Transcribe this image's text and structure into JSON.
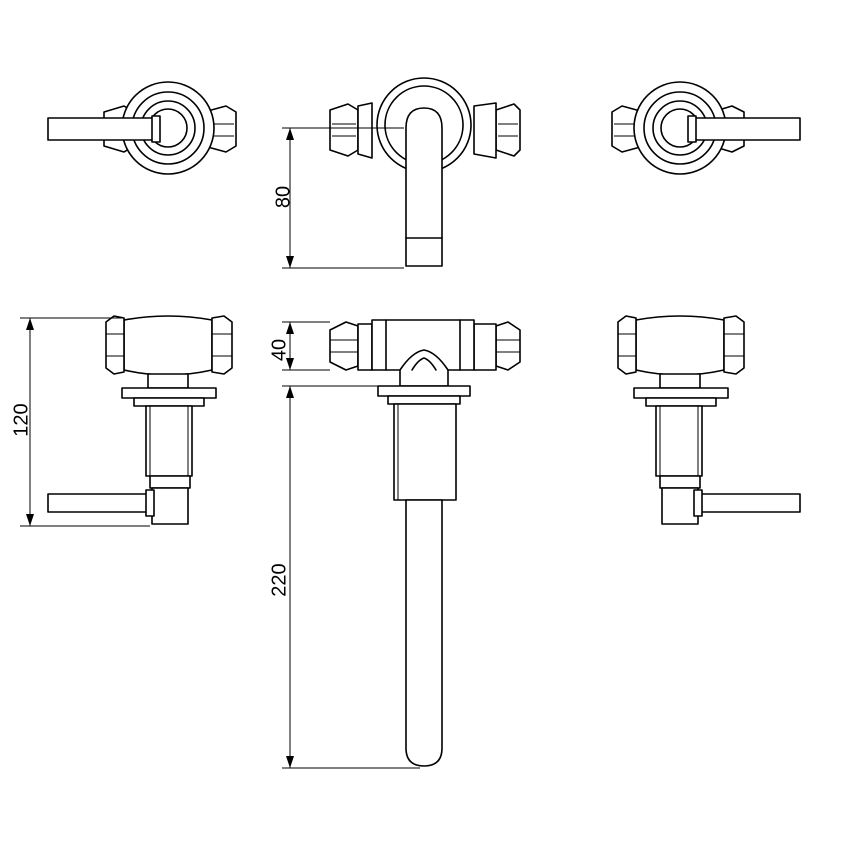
{
  "dimensions": {
    "spout_height": "80",
    "body_height": "40",
    "valve_depth": "120",
    "spout_length": "220"
  },
  "colors": {
    "line": "#000000",
    "background": "#ffffff"
  }
}
